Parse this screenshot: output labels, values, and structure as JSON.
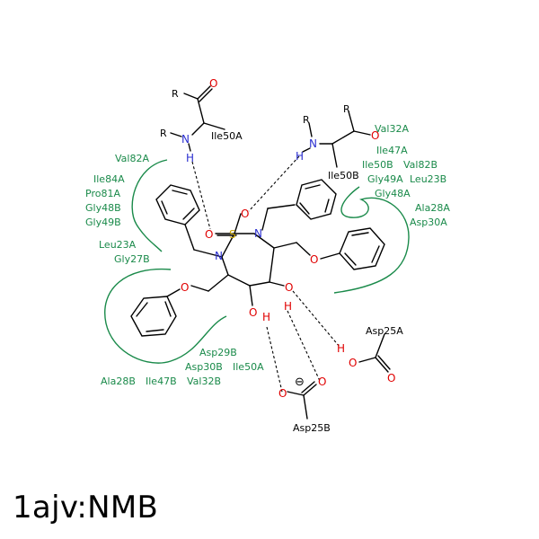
{
  "title": "1ajv:NMB",
  "colors": {
    "residue": "#1a8a4a",
    "nitrogen": "#2b2fd0",
    "oxygen": "#e00000",
    "sulfur": "#c9a400",
    "bond": "#000000"
  },
  "residues": {
    "val82a": "Val82A",
    "ile84a": "Ile84A",
    "pro81a": "Pro81A",
    "gly48b_l": "Gly48B",
    "gly49b": "Gly49B",
    "leu23a": "Leu23A",
    "gly27b": "Gly27B",
    "val32a": "Val32A",
    "ile47a": "Ile47A",
    "ile50b_r": "Ile50B",
    "val82b": "Val82B",
    "gly49a": "Gly49A",
    "leu23b": "Leu23B",
    "gly48a": "Gly48A",
    "ala28a": "Ala28A",
    "asp30a": "Asp30A",
    "asp29b": "Asp29B",
    "asp30b": "Asp30B",
    "ile50a_b": "Ile50A",
    "ala28b": "Ala28B",
    "ile47b": "Ile47B",
    "val32b": "Val32B"
  },
  "labels": {
    "r1": "R",
    "r2": "R",
    "r3": "R",
    "r4": "R",
    "ile50a_top": "Ile50A",
    "ile50b_top": "Ile50B",
    "asp25a": "Asp25A",
    "asp25b": "Asp25B",
    "minus": "⊖"
  },
  "atoms": {
    "n_left": "N",
    "h_left": "H",
    "n_right": "N",
    "h_right": "H",
    "o_left_top": "O",
    "o_right_top": "O",
    "s": "S",
    "o_s1": "O",
    "o_s2": "O",
    "n_ring1": "N",
    "n_ring2": "N",
    "o_eth_r": "O",
    "o_eth_l": "O",
    "o_oh1": "O",
    "h_oh1": "H",
    "o_oh2": "O",
    "h_oh2": "H",
    "o_asp_a1": "O",
    "o_asp_a2": "O",
    "h_asp_a": "H",
    "o_asp_b1": "O",
    "o_asp_b2": "O"
  }
}
